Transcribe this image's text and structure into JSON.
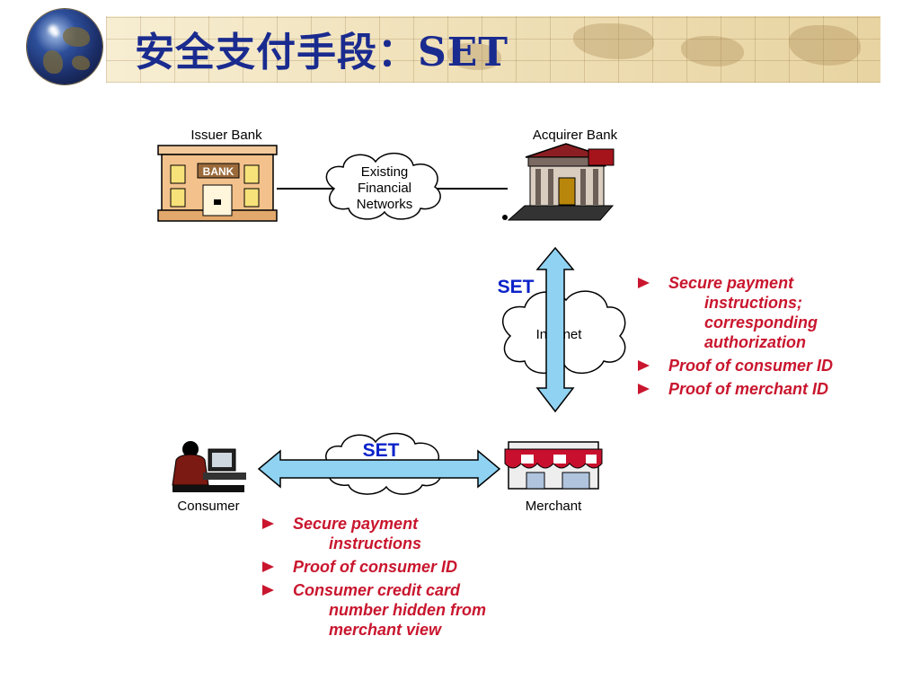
{
  "title": "安全支付手段：SET",
  "nodes": {
    "issuer_bank": "Issuer Bank",
    "acquirer_bank": "Acquirer Bank",
    "consumer": "Consumer",
    "merchant": "Merchant",
    "bank_sign": "BANK"
  },
  "cloud_existing": [
    "Existing",
    "Financial",
    "Networks"
  ],
  "internet_cloud_text": "Internet",
  "set_label_vertical": "SET",
  "set_label_horizontal": "SET",
  "right_bullets": [
    {
      "lines": [
        "Secure payment",
        "instructions;",
        "corresponding",
        "authorization"
      ]
    },
    {
      "lines": [
        "Proof of consumer ID"
      ]
    },
    {
      "lines": [
        "Proof of merchant ID"
      ]
    }
  ],
  "bottom_bullets": [
    {
      "lines": [
        "Secure payment",
        "instructions"
      ]
    },
    {
      "lines": [
        "Proof of consumer ID"
      ]
    },
    {
      "lines": [
        "Consumer credit card",
        "number hidden from",
        "merchant view"
      ]
    }
  ],
  "colors": {
    "title": "#1a2b8f",
    "bullet_text": "#c9162e",
    "set_label": "#0b23c9",
    "arrow_fill": "#8fd2f2"
  }
}
